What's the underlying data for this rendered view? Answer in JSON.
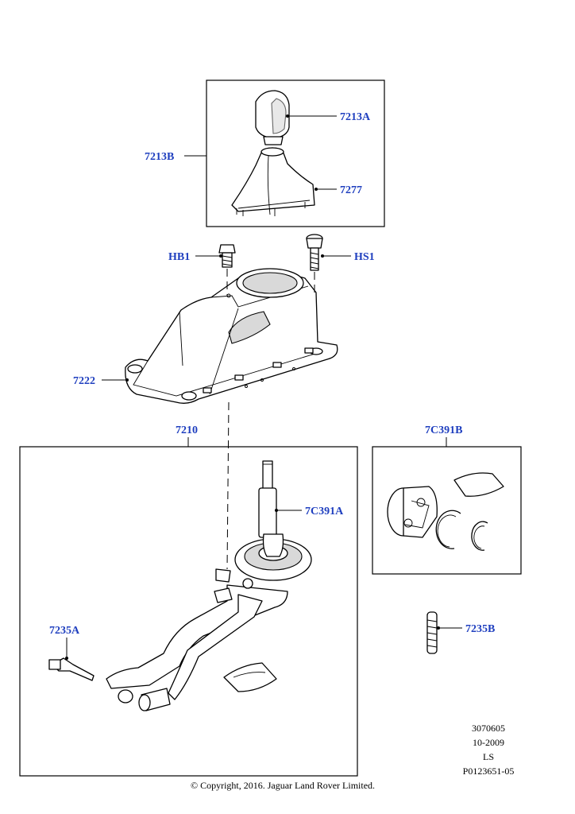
{
  "callouts": {
    "knob": "7213A",
    "knob_assembly": "7213B",
    "boot": "7277",
    "bolt_left": "HB1",
    "bolt_right": "HS1",
    "housing": "7222",
    "shifter_assembly": "7210",
    "lever": "7C391A",
    "kit": "7C391B",
    "pin_left": "7235A",
    "pin_right": "7235B"
  },
  "meta": {
    "ref_number": "3070605",
    "date": "10-2009",
    "code": "LS",
    "part_id": "P0123651-05"
  },
  "copyright": "© Copyright, 2016. Jaguar Land Rover Limited."
}
